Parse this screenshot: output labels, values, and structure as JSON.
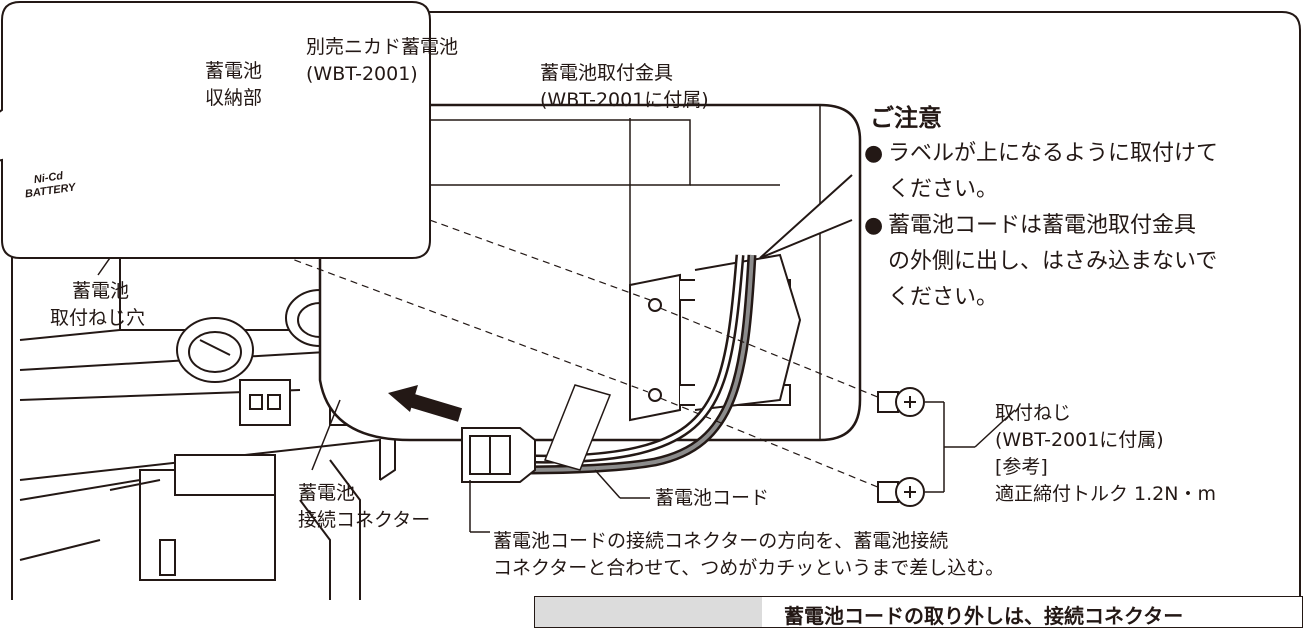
{
  "labels": {
    "storage": [
      "蓄電池",
      "収納部"
    ],
    "battery": [
      "別売ニカド蓄電池",
      "(WBT-2001)"
    ],
    "bracket": [
      "蓄電池取付金具",
      "(WBT-2001に付属)"
    ],
    "screw_hole": [
      "蓄電池",
      "取付ねじ穴"
    ],
    "connector": [
      "蓄電池",
      "接続コネクター"
    ],
    "cord": "蓄電池コード",
    "screw": [
      "取付ねじ",
      "(WBT-2001に付属)",
      "[参考]",
      "適正締付トルク 1.2N・m"
    ],
    "instruction": [
      "蓄電池コードの接続コネクターの方向を、蓄電池接続",
      "コネクターと合わせて、つめがカチッというまで差し込む。"
    ]
  },
  "badge": [
    "Ni-Cd",
    "BATTERY"
  ],
  "note": {
    "title": "ご注意",
    "bullet": "●",
    "items": [
      [
        "ラベルが上になるように取付けて",
        "ください。"
      ],
      [
        "蓄電池コードは蓄電池取付金具",
        "の外側に出し、はさみ込まないで",
        "ください。"
      ]
    ]
  },
  "bottom_note": "蓄電池コードの取り外しは、接続コネクター",
  "colors": {
    "ink": "#231815",
    "panel_gray": "#dcdcdc",
    "battery_fill": "#ffffff"
  }
}
